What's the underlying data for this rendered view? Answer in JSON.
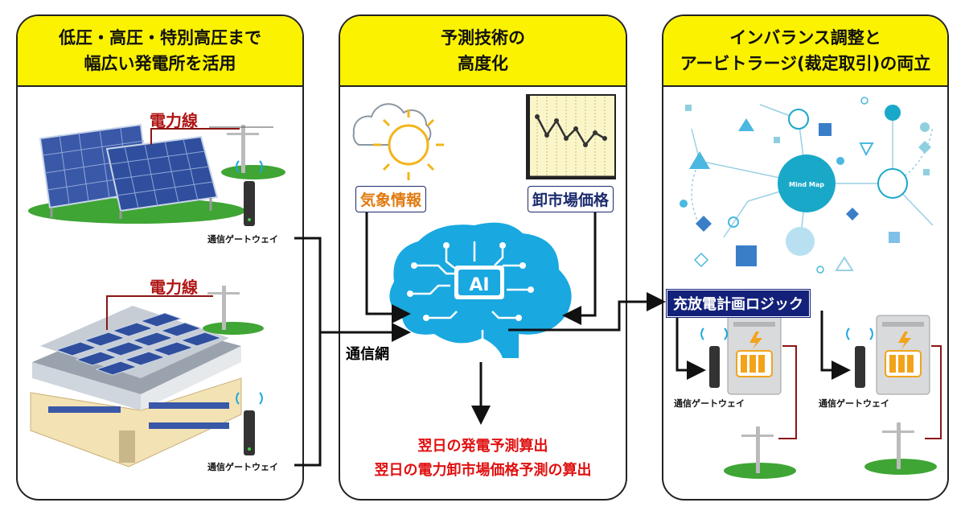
{
  "panels": [
    {
      "line1": "低圧・高圧・特別高圧まで",
      "line2": "幅広い発電所を活用"
    },
    {
      "line1": "予測技術の",
      "line2": "高度化"
    },
    {
      "line1": "インバランス調整と",
      "line2": "アービトラージ(裁定取引)の両立"
    }
  ],
  "left": {
    "power_line_label_1": "電力線",
    "power_line_label_2": "電力線",
    "gateway_label_1": "通信ゲートウェイ",
    "gateway_label_2": "通信ゲートウェイ",
    "network_label": "通信網"
  },
  "middle": {
    "weather_label": "気象情報",
    "market_label": "卸市場価格",
    "ai_label": "AI",
    "result_line1": "翌日の発電予測算出",
    "result_line2": "翌日の電力卸市場価格予測の算出"
  },
  "right": {
    "mind_map_label": "Mind Map",
    "logic_label": "充放電計画ロジック",
    "gateway_label_1": "通信ゲートウェイ",
    "gateway_label_2": "通信ゲートウェイ"
  },
  "colors": {
    "header_yellow": "#fbf200",
    "result_red": "#e01010",
    "power_line_red": "#b01515",
    "logic_navy": "#13217a",
    "ai_blue": "#1aa8e0"
  }
}
